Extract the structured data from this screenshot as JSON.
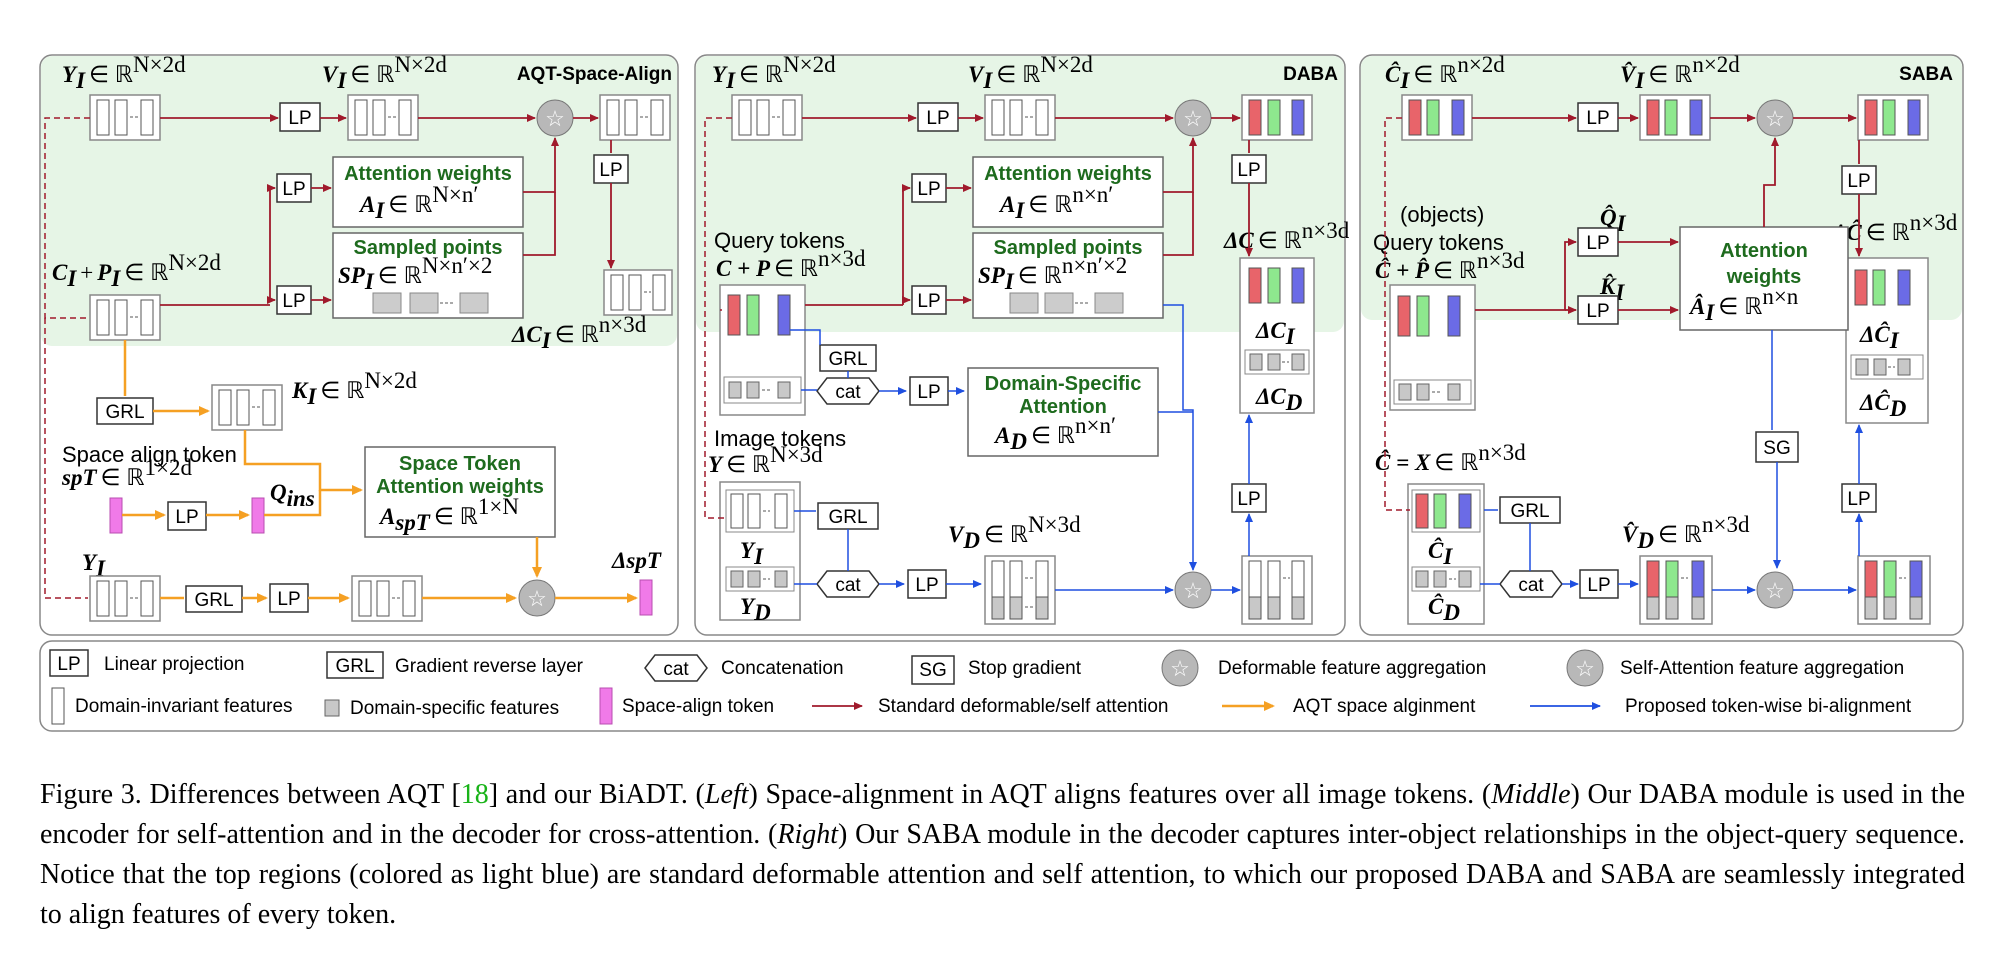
{
  "figure": {
    "panels": {
      "left": {
        "title": "AQT-Space-Align"
      },
      "middle": {
        "title": "DABA"
      },
      "right": {
        "title": "SABA"
      }
    },
    "left": {
      "y": "Y",
      "y_sub": "I",
      "y_set": "∈ ℝ",
      "y_dim": "N×2d",
      "v": "V",
      "v_sub": "I",
      "v_set": "∈ ℝ",
      "v_dim": "N×2d",
      "attn_title": "Attention weights",
      "attn_a": "A",
      "attn_a_sub": "I",
      "attn_set": "∈ ℝ",
      "attn_dim": "N×n′",
      "samp_title": "Sampled points",
      "samp_sp": "SP",
      "samp_sub": "I",
      "samp_set": "∈ ℝ",
      "samp_dim": "N×n′×2",
      "cp": "C",
      "cp_sub": "I",
      "cp_plus": "+",
      "cp_p": "P",
      "cp_psub": "I",
      "cp_set": "∈ ℝ",
      "cp_dim": "N×2d",
      "dc": "ΔC",
      "dc_sub": "I",
      "dc_set": "∈ ℝ",
      "dc_dim": "n×3d",
      "k": "K",
      "k_sub": "I",
      "k_set": "∈ ℝ",
      "k_dim": "N×2d",
      "spt_label": "Space align token",
      "spt": "spT",
      "spt_set": "∈ ℝ",
      "spt_dim": "1×2d",
      "q": "Q",
      "q_sub": "ins",
      "space_title_1": "Space Token",
      "space_title_2": "Attention weights",
      "space_a": "A",
      "space_sub": "spT",
      "space_set": "∈ ℝ",
      "space_dim": "1×N",
      "y2": "Y",
      "y2_sub": "I",
      "dspt": "ΔspT"
    },
    "middle": {
      "y": "Y",
      "y_sub": "I",
      "y_set": "∈ ℝ",
      "y_dim": "N×2d",
      "v": "V",
      "v_sub": "I",
      "v_set": "∈ ℝ",
      "v_dim": "N×2d",
      "attn_title": "Attention weights",
      "attn_a": "A",
      "attn_sub": "I",
      "attn_set": "∈ ℝ",
      "attn_dim": "n×n′",
      "samp_title": "Sampled points",
      "samp_sp": "SP",
      "samp_sub": "I",
      "samp_set": "∈ ℝ",
      "samp_dim": "n×n′×2",
      "query_label": "Query tokens",
      "cp": "C + P",
      "cp_set": "∈ ℝ",
      "cp_dim": "n×3d",
      "dc": "ΔC",
      "dc_set": "∈ ℝ",
      "dc_dim": "n×3d",
      "dci": "ΔC",
      "dci_sub": "I",
      "dcd": "ΔC",
      "dcd_sub": "D",
      "ds_title_1": "Domain-Specific",
      "ds_title_2": "Attention",
      "ds_a": "A",
      "ds_sub": "D",
      "ds_set": "∈ ℝ",
      "ds_dim": "n×n′",
      "image_label": "Image tokens",
      "y_big": "Y",
      "y_big_set": "∈ ℝ",
      "y_big_dim": "N×3d",
      "yi": "Y",
      "yi_sub": "I",
      "yd": "Y",
      "yd_sub": "D",
      "vd": "V",
      "vd_sub": "D",
      "vd_set": "∈ ℝ",
      "vd_dim": "N×3d"
    },
    "right": {
      "c": "Ĉ",
      "c_sub": "I",
      "c_set": "∈ ℝ",
      "c_dim": "n×2d",
      "v": "V̂",
      "v_sub": "I",
      "v_set": "∈ ℝ",
      "v_dim": "n×2d",
      "objects": "(objects)",
      "query_label": "Query tokens",
      "cp": "Ĉ + P̂",
      "cp_set": "∈ ℝ",
      "cp_dim": "n×3d",
      "q": "Q̂",
      "q_sub": "I",
      "k": "K̂",
      "k_sub": "I",
      "attn_title_1": "Attention",
      "attn_title_2": "weights",
      "attn_a": "Â",
      "attn_sub": "I",
      "attn_set": "∈ ℝ",
      "attn_dim": "n×n",
      "dc": "ΔĈ",
      "dc_set": "∈ ℝ",
      "dc_dim": "n×3d",
      "dci": "ΔĈ",
      "dci_sub": "I",
      "dcd": "ΔĈ",
      "dcd_sub": "D",
      "cx": "Ĉ = X",
      "cx_set": "∈ ℝ",
      "cx_dim": "n×3d",
      "ci": "Ĉ",
      "ci_sub": "I",
      "cd": "Ĉ",
      "cd_sub": "D",
      "vd": "V̂",
      "vd_sub": "D",
      "vd_set": "∈ ℝ",
      "vd_dim": "n×3d"
    },
    "blocks": {
      "lp": "LP",
      "grl": "GRL",
      "cat": "cat",
      "sg": "SG"
    },
    "legend": {
      "lp_key": "LP",
      "lp_desc": "Linear projection",
      "grl_key": "GRL",
      "grl_desc": "Gradient reverse layer",
      "cat_key": "cat",
      "cat_desc": "Concatenation",
      "sg_key": "SG",
      "sg_desc": "Stop gradient",
      "deform_desc": "Deformable feature aggregation",
      "self_desc": "Self-Attention feature aggregation",
      "inv_desc": "Domain-invariant features",
      "spec_desc": "Domain-specific features",
      "spt_desc": "Space-align token",
      "std_desc": "Standard  deformable/self attention",
      "aqt_desc": "AQT space alginment",
      "prop_desc": "Proposed token-wise bi-alignment"
    },
    "colors": {
      "red_arrow": "#a01a2c",
      "orange_arrow": "#f5a023",
      "blue_arrow": "#1f4fe0",
      "green_bg": "#e6f5e6",
      "feat_red": "#e8646a",
      "feat_green": "#8ee88e",
      "feat_blue": "#6b6be6",
      "pink_token": "#f07ae8",
      "gray_feat": "#c8c8c8",
      "green_text": "#1e6b1e"
    }
  },
  "caption": {
    "label": "Figure 3.",
    "t1": " Differences between AQT [",
    "ref": "18",
    "t2": "] and our BiADT. (",
    "left": "Left",
    "t3": ") Space-alignment in AQT aligns features over all image tokens. (",
    "middle": "Middle",
    "t4": ") Our DABA module is used in the encoder for self-attention and in the decoder for cross-attention. (",
    "right": "Right",
    "t5": ") Our SABA module in the decoder captures inter-object relationships in the object-query sequence. Notice that the top regions (colored as light blue) are standard deformable attention and self attention, to which our proposed DABA and SABA are seamlessly integrated to align features of every token."
  }
}
